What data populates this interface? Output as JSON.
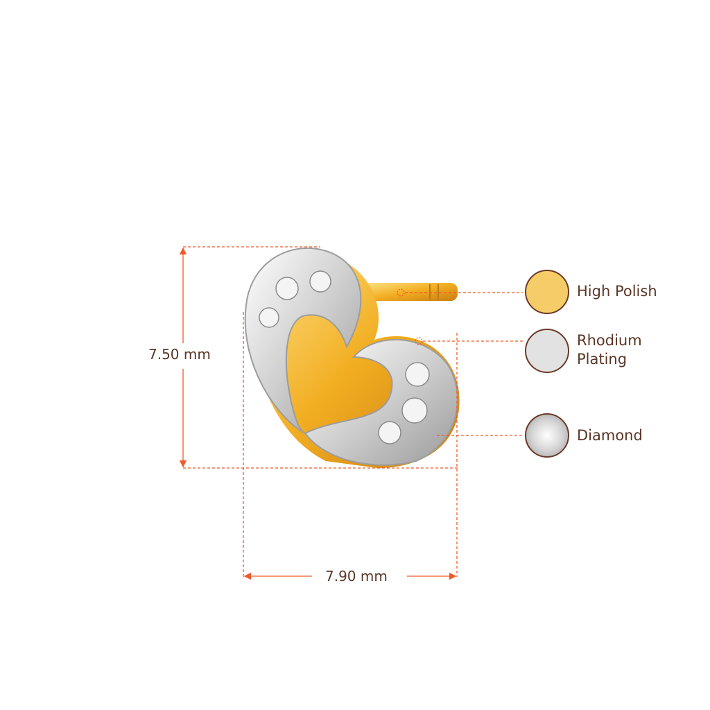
{
  "dimensions": {
    "height_label": "7.50 mm",
    "width_label": "7.90 mm"
  },
  "legend": [
    {
      "label": "High Polish",
      "color": "#f6cc68",
      "icon": "gold-swatch-icon"
    },
    {
      "label_line1": "Rhodium",
      "label_line2": "Plating",
      "color": "#e2e2e2",
      "icon": "rhodium-swatch-icon"
    },
    {
      "label": "Diamond",
      "color": "#d8d8d8",
      "icon": "diamond-swatch-icon"
    }
  ],
  "colors": {
    "dimension_line": "#f05a28",
    "text": "#5a3526",
    "gold": "#f3b52e",
    "rhodium": "#dcdcdc"
  }
}
